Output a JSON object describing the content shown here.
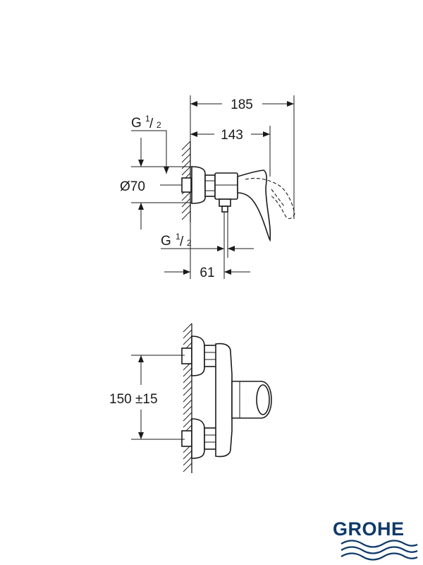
{
  "side_view": {
    "dim_overall": "185",
    "dim_projection": "143",
    "dim_rosette_diameter": "Ø70",
    "dim_inlet_offset": "61",
    "thread_top": {
      "base": "G",
      "num": "1",
      "den": "2"
    },
    "thread_bottom": {
      "base": "G",
      "num": "1",
      "den": "2"
    }
  },
  "front_view": {
    "dim_centers": "150 ±15"
  },
  "brand": {
    "logo_text": "GROHE",
    "color": "#0e3a6b"
  }
}
